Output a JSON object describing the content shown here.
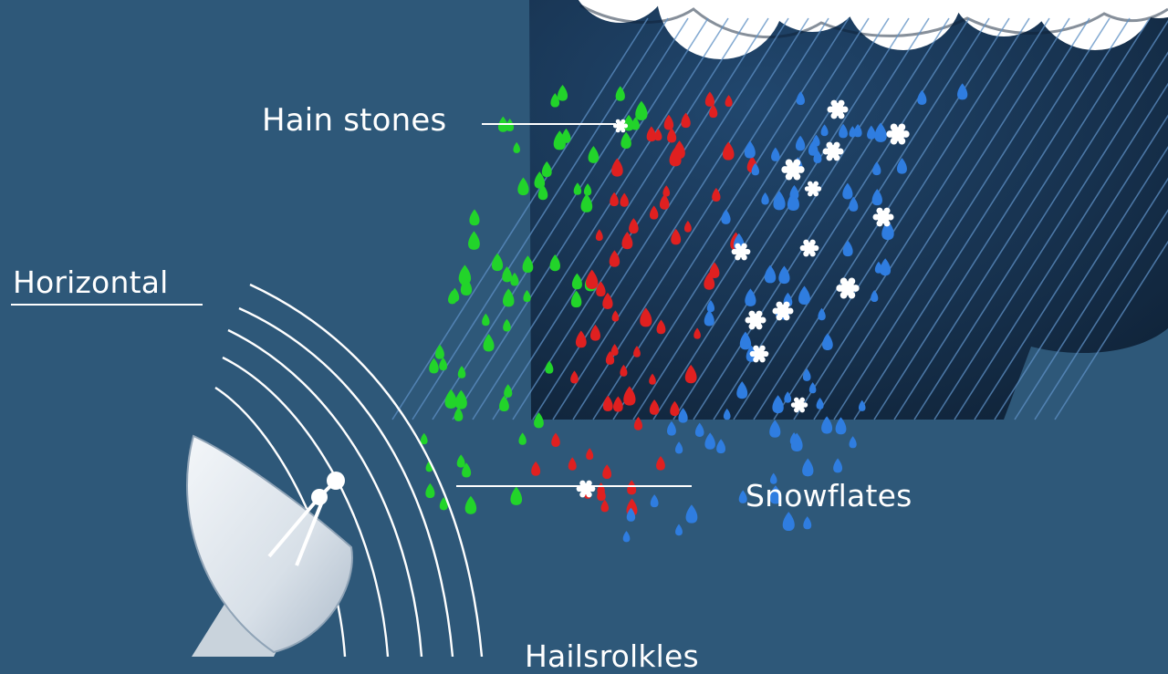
{
  "labels": {
    "hail_stones": "Hain stones",
    "horizontal": "Horizontal",
    "snowflakes": "Snowflates",
    "bottom": "Hailsrolkles"
  },
  "colors": {
    "background": "#2e5879",
    "storm_dark": "#11263f",
    "cloud": "#ffffff",
    "green_particles": "#22d42a",
    "red_particles": "#e02020",
    "blue_particles": "#2f7de0",
    "snowflakes": "#ffffff",
    "rain_lines": "#5d8fc4",
    "dish": "#e8eef4",
    "text": "#ffffff"
  },
  "icons": [
    "radar-dish-icon",
    "cloud-icon",
    "snowflake-icon"
  ]
}
